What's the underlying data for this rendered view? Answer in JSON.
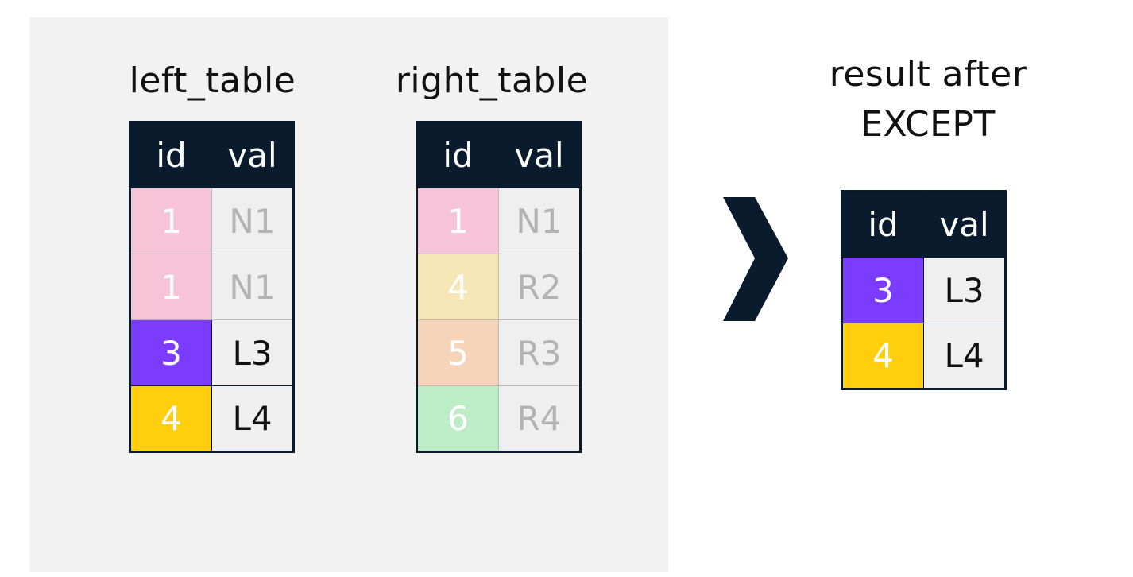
{
  "left_table": {
    "title": "left_table",
    "headers": [
      "id",
      "val"
    ],
    "rows": [
      {
        "id": "1",
        "val": "N1",
        "id_color": "#f6c4d6",
        "faded": true
      },
      {
        "id": "1",
        "val": "N1",
        "id_color": "#f6c4d6",
        "faded": true
      },
      {
        "id": "3",
        "val": "L3",
        "id_color": "#7b3cff",
        "faded": false
      },
      {
        "id": "4",
        "val": "L4",
        "id_color": "#ffcf0d",
        "faded": false
      }
    ]
  },
  "right_table": {
    "title": "right_table",
    "headers": [
      "id",
      "val"
    ],
    "rows": [
      {
        "id": "1",
        "val": "N1",
        "id_color": "#f6c4d6",
        "faded": true
      },
      {
        "id": "4",
        "val": "R2",
        "id_color": "#f7e6b5",
        "faded": true
      },
      {
        "id": "5",
        "val": "R3",
        "id_color": "#f6d4b9",
        "faded": true
      },
      {
        "id": "6",
        "val": "R4",
        "id_color": "#bdedc5",
        "faded": true
      }
    ]
  },
  "result_table": {
    "title_line1": "result after",
    "title_line2": "EXCEPT",
    "headers": [
      "id",
      "val"
    ],
    "rows": [
      {
        "id": "3",
        "val": "L3",
        "id_color": "#7b3cff",
        "faded": false
      },
      {
        "id": "4",
        "val": "L4",
        "id_color": "#ffcf0d",
        "faded": false
      }
    ]
  },
  "colors": {
    "header_bg": "#0b1b2e",
    "panel_bg": "#f2f2f2",
    "arrow": "#0b1b2e"
  },
  "arrow_icon": "chevron-right-icon"
}
